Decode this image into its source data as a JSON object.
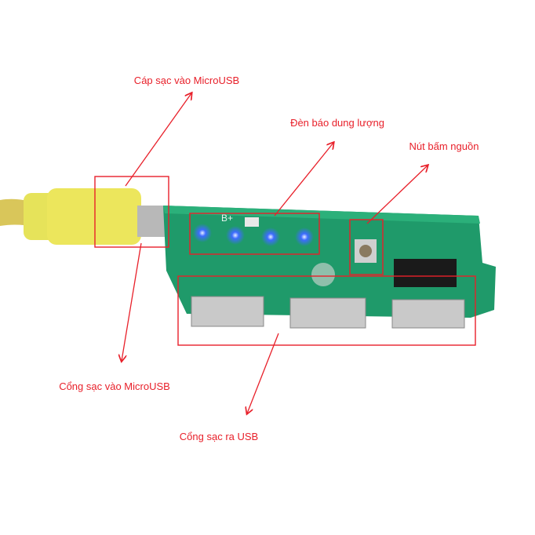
{
  "annotations": {
    "cable_micro_usb": "Cáp sạc vào MicroUSB",
    "battery_leds": "Đèn báo dung lượng",
    "power_button": "Nút bấm nguồn",
    "micro_usb_port": "Cổng sạc vào MicroUSB",
    "usb_output_ports": "Cổng sạc ra USB"
  },
  "board_marking": "B+",
  "colors": {
    "annotation": "#e8202a",
    "pcb": "#1f9a6a",
    "cable": "#e6e35a",
    "led": "#2a5cff"
  }
}
